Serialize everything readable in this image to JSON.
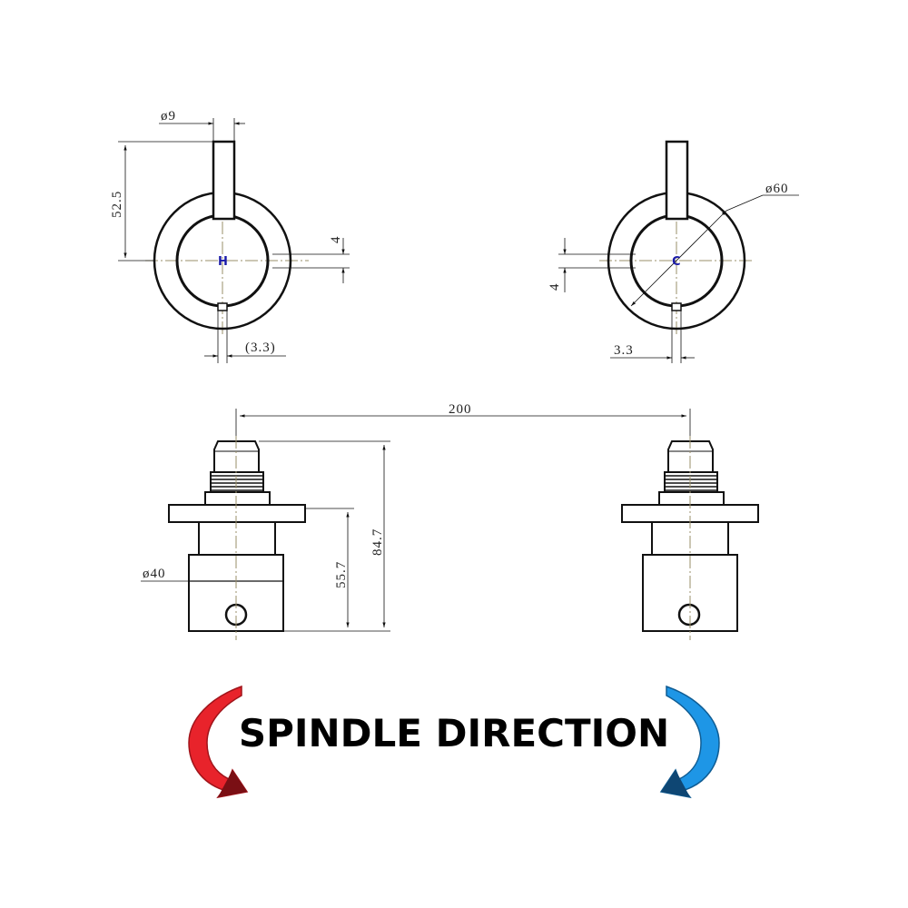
{
  "labels": {
    "hot_mark": "H",
    "cold_mark": "C",
    "dim_handle_dia": "ø9",
    "dim_handle_len": "52.5",
    "dim_offset_right_hot": "4",
    "dim_spindle_hot": "(3.3)",
    "dim_plate_dia": "ø60",
    "dim_offset_left_cold": "4",
    "dim_spindle_cold": "3.3",
    "dim_centres": "200",
    "dim_body_dia": "ø40",
    "dim_body_len": "55.7",
    "dim_total_len": "84.7",
    "title": "SPINDLE DIRECTION"
  },
  "colors": {
    "hot_arrow": "#e8232b",
    "cold_arrow": "#1e96e6",
    "hot_mark": "#1a1aa8",
    "cold_mark": "#1a1aa8",
    "line": "#111111",
    "center_line": "#9a8f6a"
  },
  "icons": {
    "hot_arrow": "curved-arrow-clockwise-icon",
    "cold_arrow": "curved-arrow-counterclockwise-icon"
  }
}
